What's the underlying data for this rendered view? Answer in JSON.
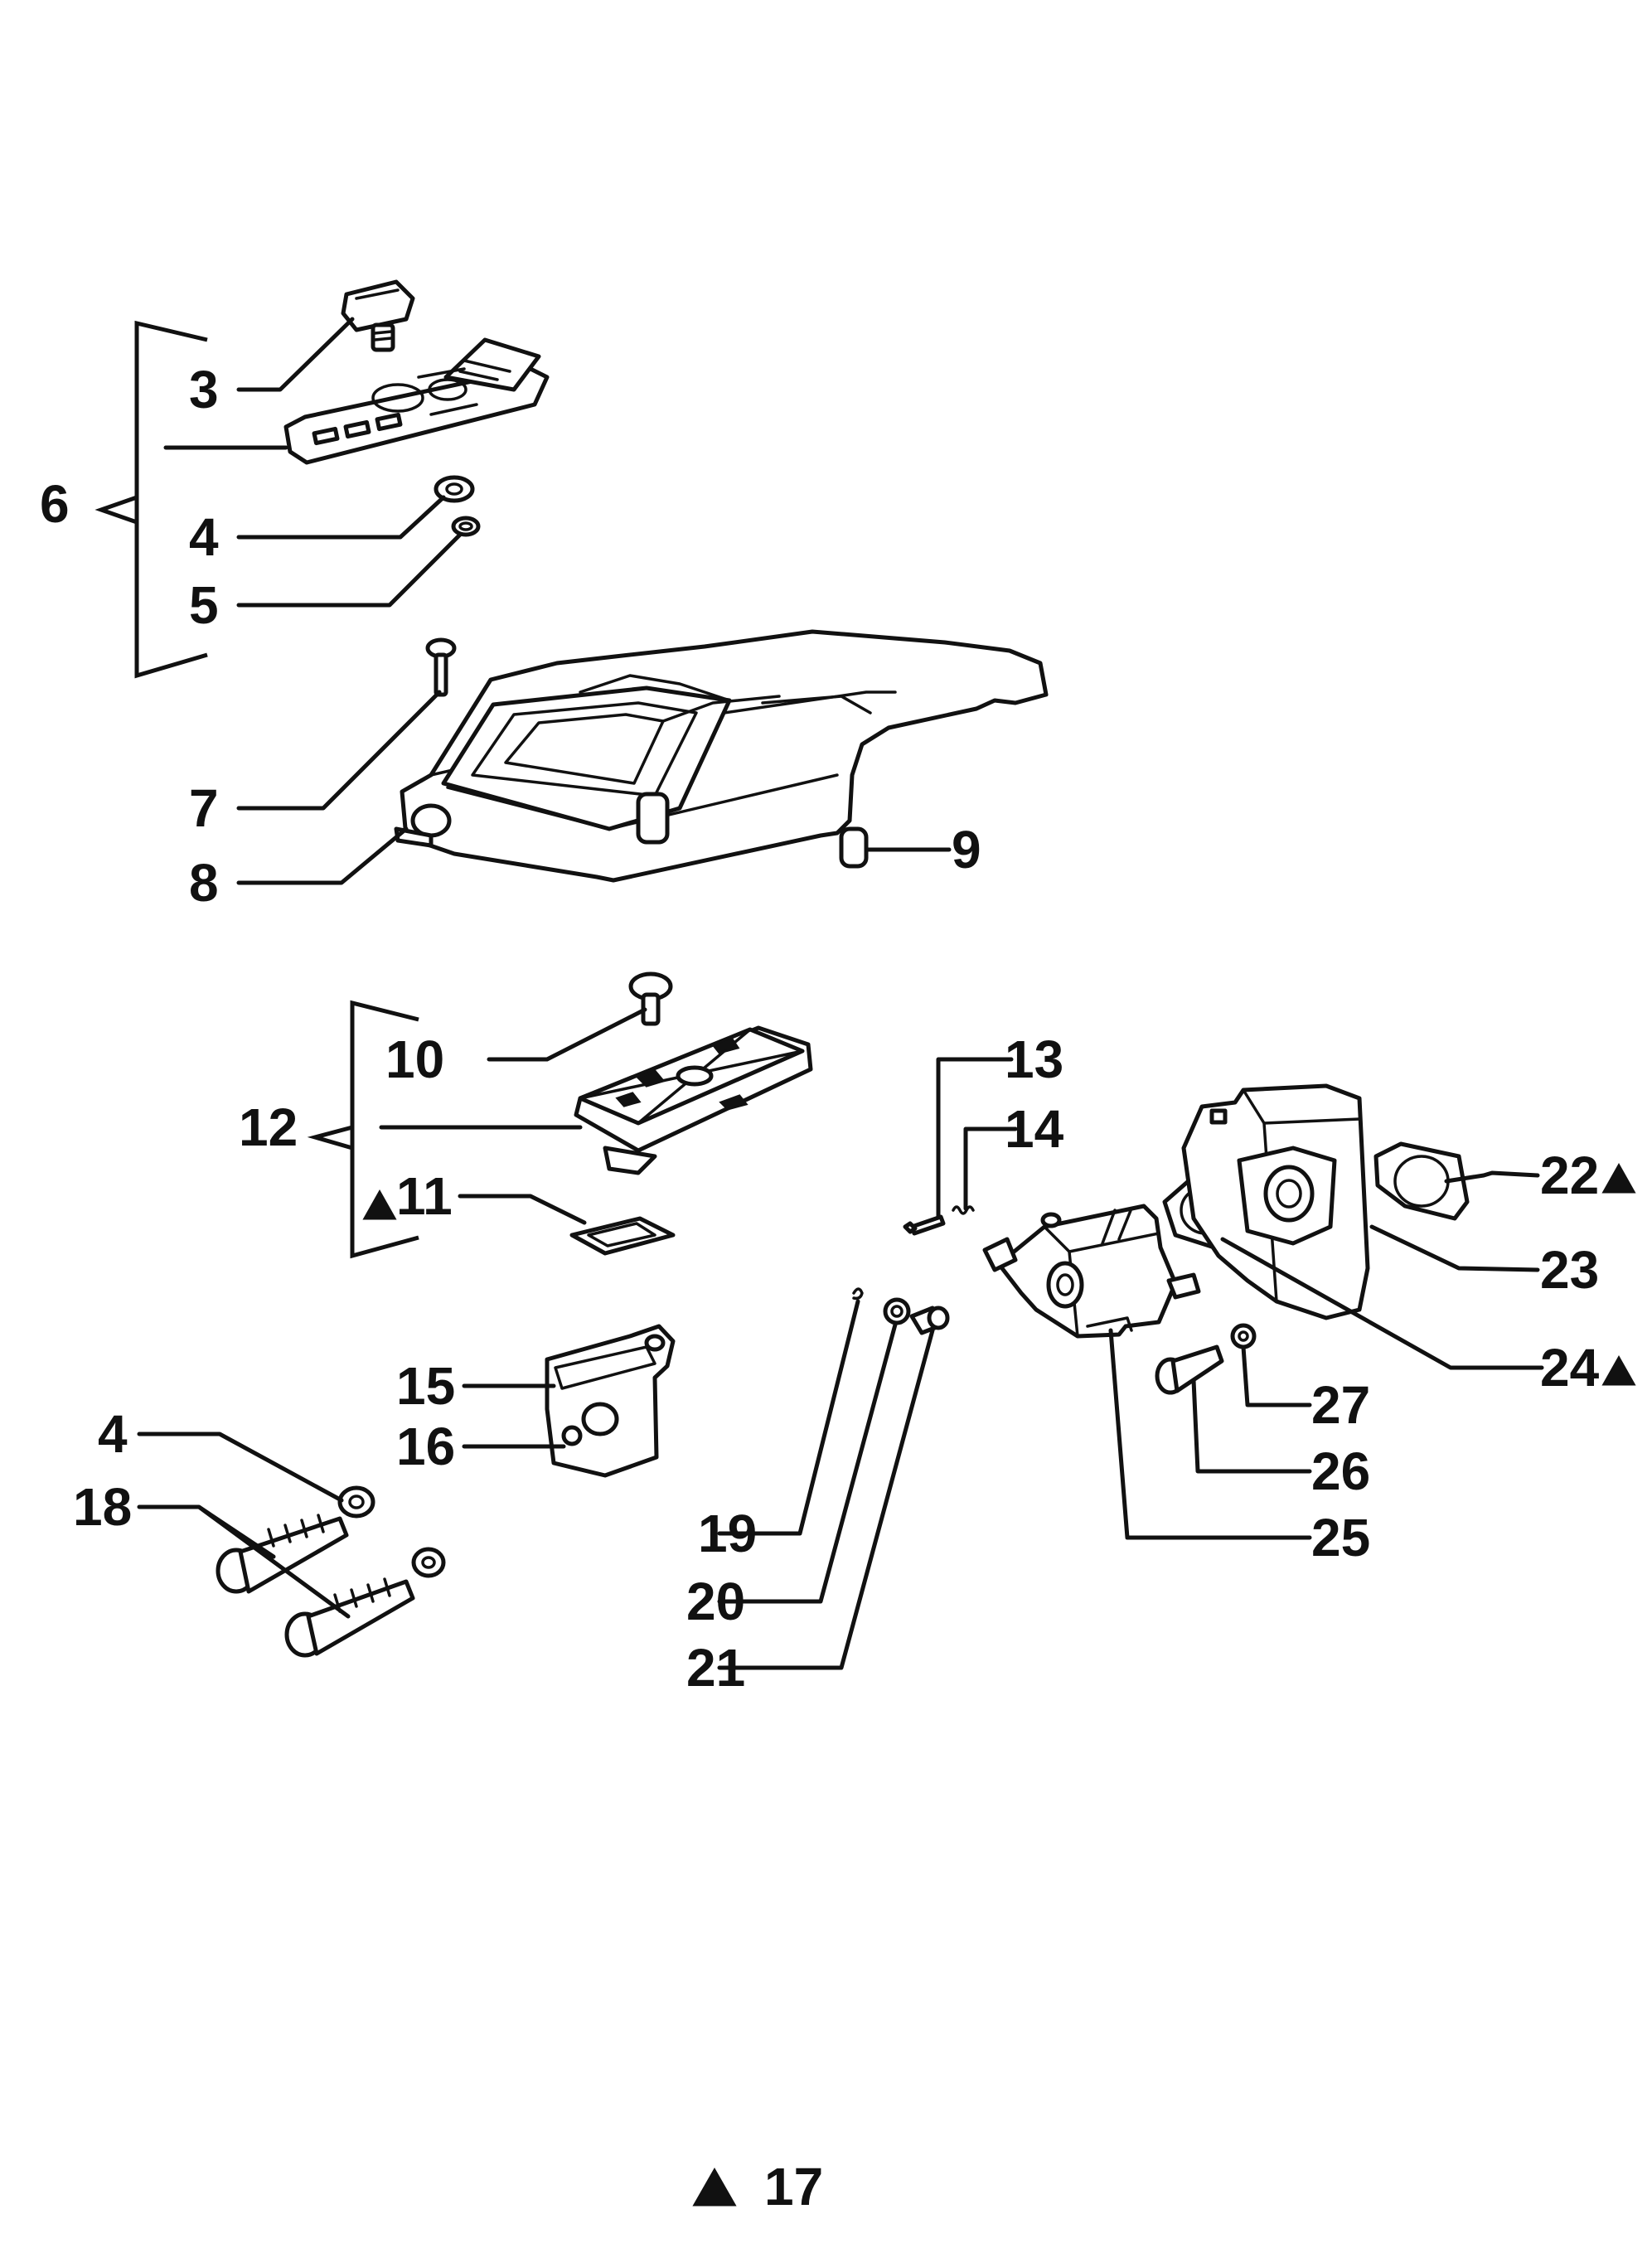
{
  "labels": {
    "l3": "3",
    "l4a": "4",
    "l5": "5",
    "l6": "6",
    "l7": "7",
    "l8": "8",
    "l9": "9",
    "l10": "10",
    "l11": "11",
    "l12": "12",
    "l13": "13",
    "l14": "14",
    "l15": "15",
    "l16": "16",
    "l4b": "4",
    "l18": "18",
    "l19": "19",
    "l20": "20",
    "l21": "21",
    "l22": "22",
    "l23": "23",
    "l24": "24",
    "l25": "25",
    "l26": "26",
    "l27": "27"
  },
  "footer": {
    "kit_number": "17"
  }
}
